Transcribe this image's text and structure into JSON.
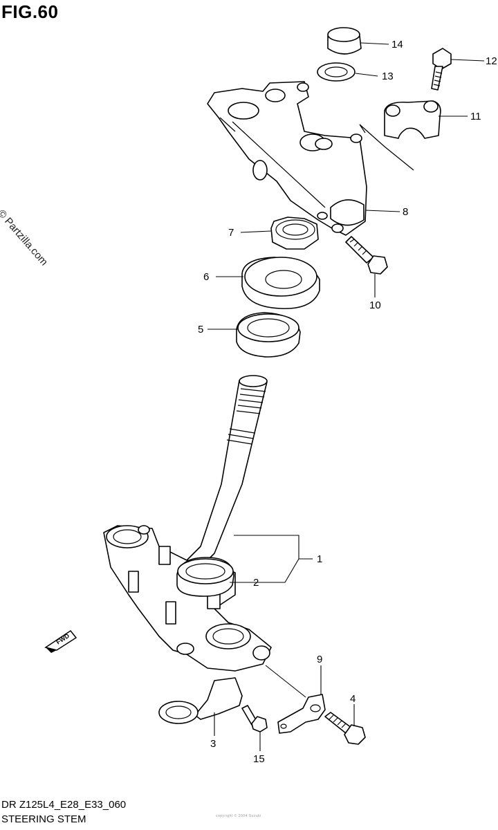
{
  "figure": {
    "title": "FIG.60",
    "watermark": "© Partzilla.com",
    "code": "DR Z125L4_E28_E33_060",
    "name": "STEERING STEM",
    "fwd_label": "FWD",
    "fine_print": "copyright © 2004 Suzuki"
  },
  "callouts": [
    {
      "id": "callout-1",
      "label": "1"
    },
    {
      "id": "callout-2",
      "label": "2"
    },
    {
      "id": "callout-3",
      "label": "3"
    },
    {
      "id": "callout-4",
      "label": "4"
    },
    {
      "id": "callout-5",
      "label": "5"
    },
    {
      "id": "callout-6",
      "label": "6"
    },
    {
      "id": "callout-7",
      "label": "7"
    },
    {
      "id": "callout-8",
      "label": "8"
    },
    {
      "id": "callout-9",
      "label": "9"
    },
    {
      "id": "callout-10",
      "label": "10"
    },
    {
      "id": "callout-11",
      "label": "11"
    },
    {
      "id": "callout-12",
      "label": "12"
    },
    {
      "id": "callout-13",
      "label": "13"
    },
    {
      "id": "callout-14",
      "label": "14"
    },
    {
      "id": "callout-15",
      "label": "15"
    }
  ]
}
